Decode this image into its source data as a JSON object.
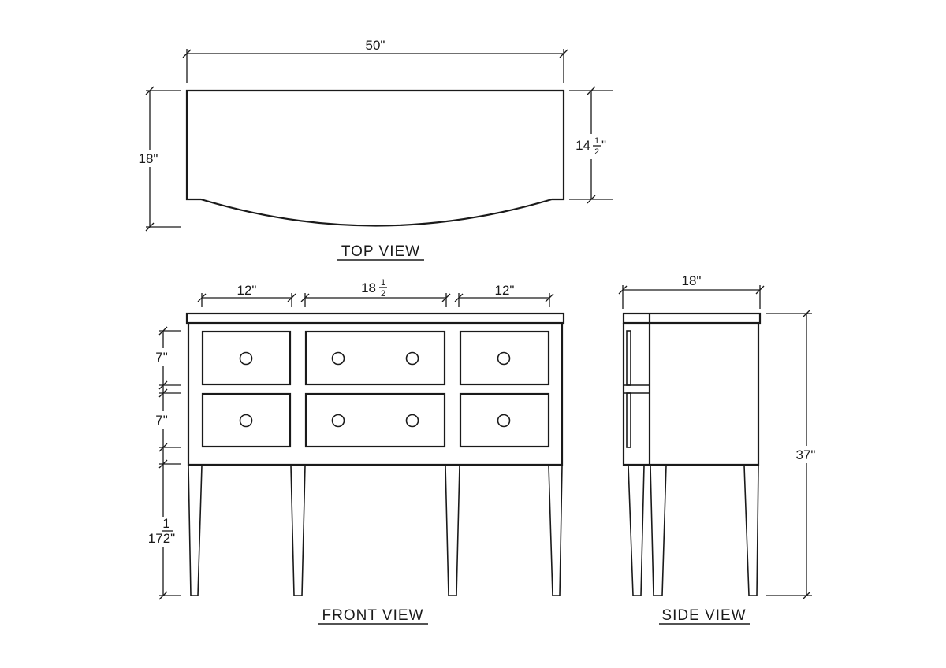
{
  "views": {
    "top": {
      "title": "TOP VIEW",
      "width_label": "50\"",
      "depth_label": "18\"",
      "side_depth_whole": "14",
      "side_depth_num": "1",
      "side_depth_den": "2",
      "side_depth_unit": "\""
    },
    "front": {
      "title": "FRONT VIEW",
      "left_section_label": "12\"",
      "center_section_whole": "18",
      "center_section_num": "1",
      "center_section_den": "2",
      "right_section_label": "12\"",
      "top_drawer_height_label": "7\"",
      "bottom_drawer_height_label": "7\"",
      "leg_height_num": "1",
      "leg_height_main": "172\""
    },
    "side": {
      "title": "SIDE VIEW",
      "depth_label": "18\"",
      "height_label": "37\""
    }
  }
}
